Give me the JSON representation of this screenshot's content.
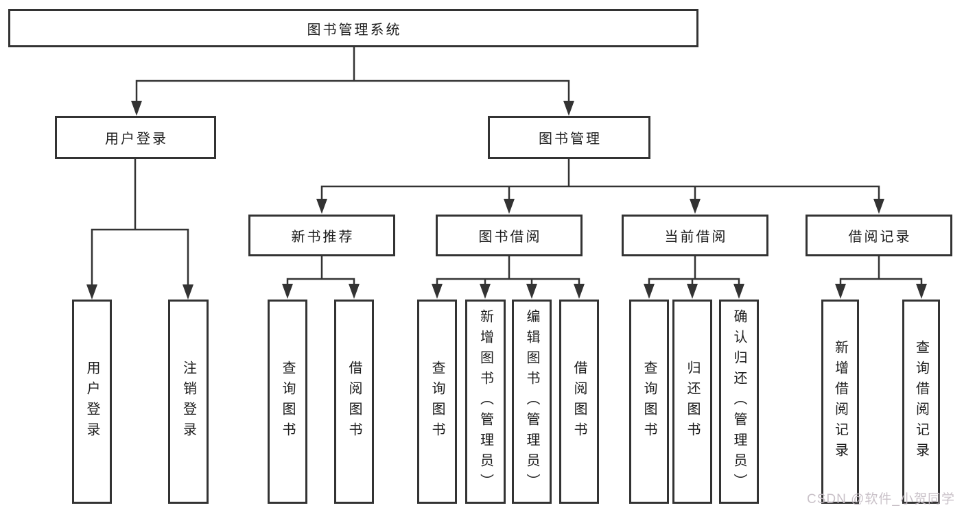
{
  "diagram_title": "图书管理系统",
  "tree": {
    "root": {
      "label": "图书管理系统"
    },
    "branches": [
      {
        "label": "用户登录",
        "children": [
          {
            "label": "用户登录"
          },
          {
            "label": "注销登录"
          }
        ]
      },
      {
        "label": "图书管理",
        "children": [
          {
            "label": "新书推荐",
            "children": [
              {
                "label": "查询图书"
              },
              {
                "label": "借阅图书"
              }
            ]
          },
          {
            "label": "图书借阅",
            "children": [
              {
                "label": "查询图书"
              },
              {
                "label": "新增图书（管理员）"
              },
              {
                "label": "编辑图书（管理员）"
              },
              {
                "label": "借阅图书"
              }
            ]
          },
          {
            "label": "当前借阅",
            "children": [
              {
                "label": "查询图书"
              },
              {
                "label": "归还图书"
              },
              {
                "label": "确认归还（管理员）"
              }
            ]
          },
          {
            "label": "借阅记录",
            "children": [
              {
                "label": "新增借阅记录"
              },
              {
                "label": "查询借阅记录"
              }
            ]
          }
        ]
      }
    ]
  },
  "watermark": {
    "text": "CSDN @软件_小贺同学"
  },
  "colors": {
    "line": "#333333",
    "text": "#1d1d1d",
    "watermark": "#c6bec5",
    "background": "#ffffff"
  }
}
